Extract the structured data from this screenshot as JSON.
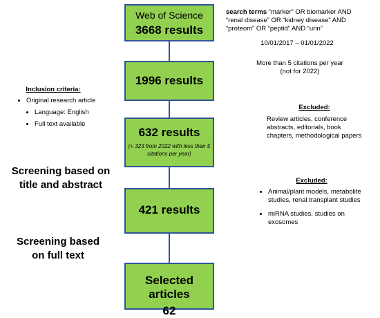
{
  "flow": {
    "box1": {
      "title": "Web of Science",
      "count": "3668 results"
    },
    "box2": {
      "count": "1996 results"
    },
    "box3": {
      "count": "632 results",
      "note": "(+ 323 from 2022 with less than 5 citations per year)"
    },
    "box4": {
      "count": "421 results"
    },
    "box5": {
      "line1": "Selected articles",
      "line2": "62"
    }
  },
  "search": {
    "terms_label": "search terms",
    "terms_text": " “marker” OR biomarker AND “renal disease” OR “kidney disease” AND “proteom” OR “peptid” AND “urin”",
    "date_range": "10/01/2017 – 01/01/2022",
    "citations": "More than 5 citations per year (not for 2022)"
  },
  "inclusion": {
    "heading": "Inclusion criteria:",
    "items": [
      "Original research article",
      "Language: English",
      "Full text available"
    ]
  },
  "excluded1": {
    "heading": "Excluded:",
    "text": "Review articles, conference abstracts, editorials, book chapters, methodological papers"
  },
  "excluded2": {
    "heading": "Excluded:",
    "items": [
      "Animal/plant models, metabolite studies, renal transplant studies",
      "miRNA studies, studies on exosomes"
    ]
  },
  "screening": {
    "title_abstract": "Screening based on title and abstract",
    "full_text": "Screening based on full text"
  },
  "colors": {
    "box_fill": "#92d050",
    "box_border": "#2f5597"
  }
}
